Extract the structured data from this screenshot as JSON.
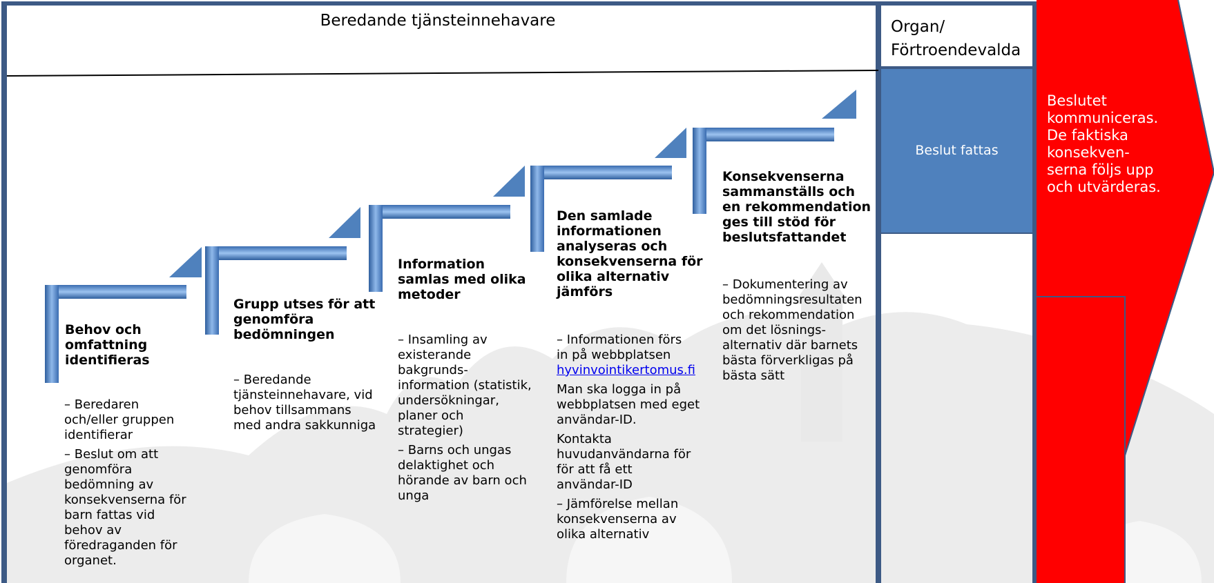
{
  "header": {
    "title": "Beredande tjänsteinnehavare"
  },
  "organ_column": {
    "title_line1": "Organ/",
    "title_line2": "Förtroendevalda",
    "decision_box": "Beslut fattas"
  },
  "arrow": {
    "lines": [
      "Beslutet",
      "kommuniceras.",
      "De faktiska",
      "konsekven-",
      "serna följs upp",
      "och utvärderas."
    ],
    "color": "#ff0000"
  },
  "colors": {
    "frame": "#3d5a85",
    "step_blue": "#4f81bd",
    "arrow_red": "#ff0000"
  },
  "steps": [
    {
      "title": [
        "Behov och",
        "omfattning",
        "identifieras"
      ],
      "body": [
        [
          "– Beredaren",
          "och/eller gruppen",
          "identifierar"
        ],
        [
          "– Beslut om att",
          "genomföra",
          "bedömning av",
          "konsekvenserna för",
          "barn fattas vid",
          "behov av",
          "föredraganden för",
          "organet."
        ]
      ]
    },
    {
      "title": [
        "Grupp utses för att",
        "genomföra",
        "bedömningen"
      ],
      "body": [
        [
          "– Beredande",
          "tjänsteinnehavare, vid",
          "behov tillsammans",
          "med andra sakkunniga"
        ]
      ]
    },
    {
      "title": [
        "Information",
        "samlas med olika",
        "metoder"
      ],
      "body": [
        [
          "– Insamling av",
          "existerande",
          "bakgrunds-",
          "information (statistik,",
          "undersökningar,",
          "planer och",
          "strategier)"
        ],
        [
          "– Barns och ungas",
          "delaktighet och",
          "hörande av barn och",
          "unga"
        ]
      ]
    },
    {
      "title": [
        "Den samlade",
        "informationen",
        "analyseras och",
        "konsekvenserna för",
        "olika alternativ",
        "jämförs"
      ],
      "body_a": [
        "– Informationen förs",
        "in på webbplatsen"
      ],
      "link": "hyvinvointikertomus.fi",
      "body_b": [
        [
          "Man ska logga in på",
          "webbplatsen med eget",
          "användar-ID."
        ],
        [
          "Kontakta",
          "huvudanvändarna för",
          "för att få ett",
          "användar-ID"
        ],
        [
          "– Jämförelse mellan",
          "konsekvenserna av",
          "olika alternativ"
        ]
      ]
    },
    {
      "title": [
        "Konsekvenserna",
        "sammanställs och",
        "en rekommendation",
        "ges till stöd för",
        "beslutsfattandet"
      ],
      "body": [
        [
          "– Dokumentering av",
          "bedömningsresultaten",
          "och rekommendation",
          "om det lösnings-",
          "alternativ där barnets",
          "bästa förverkligas på",
          "bästa sätt"
        ]
      ]
    }
  ]
}
